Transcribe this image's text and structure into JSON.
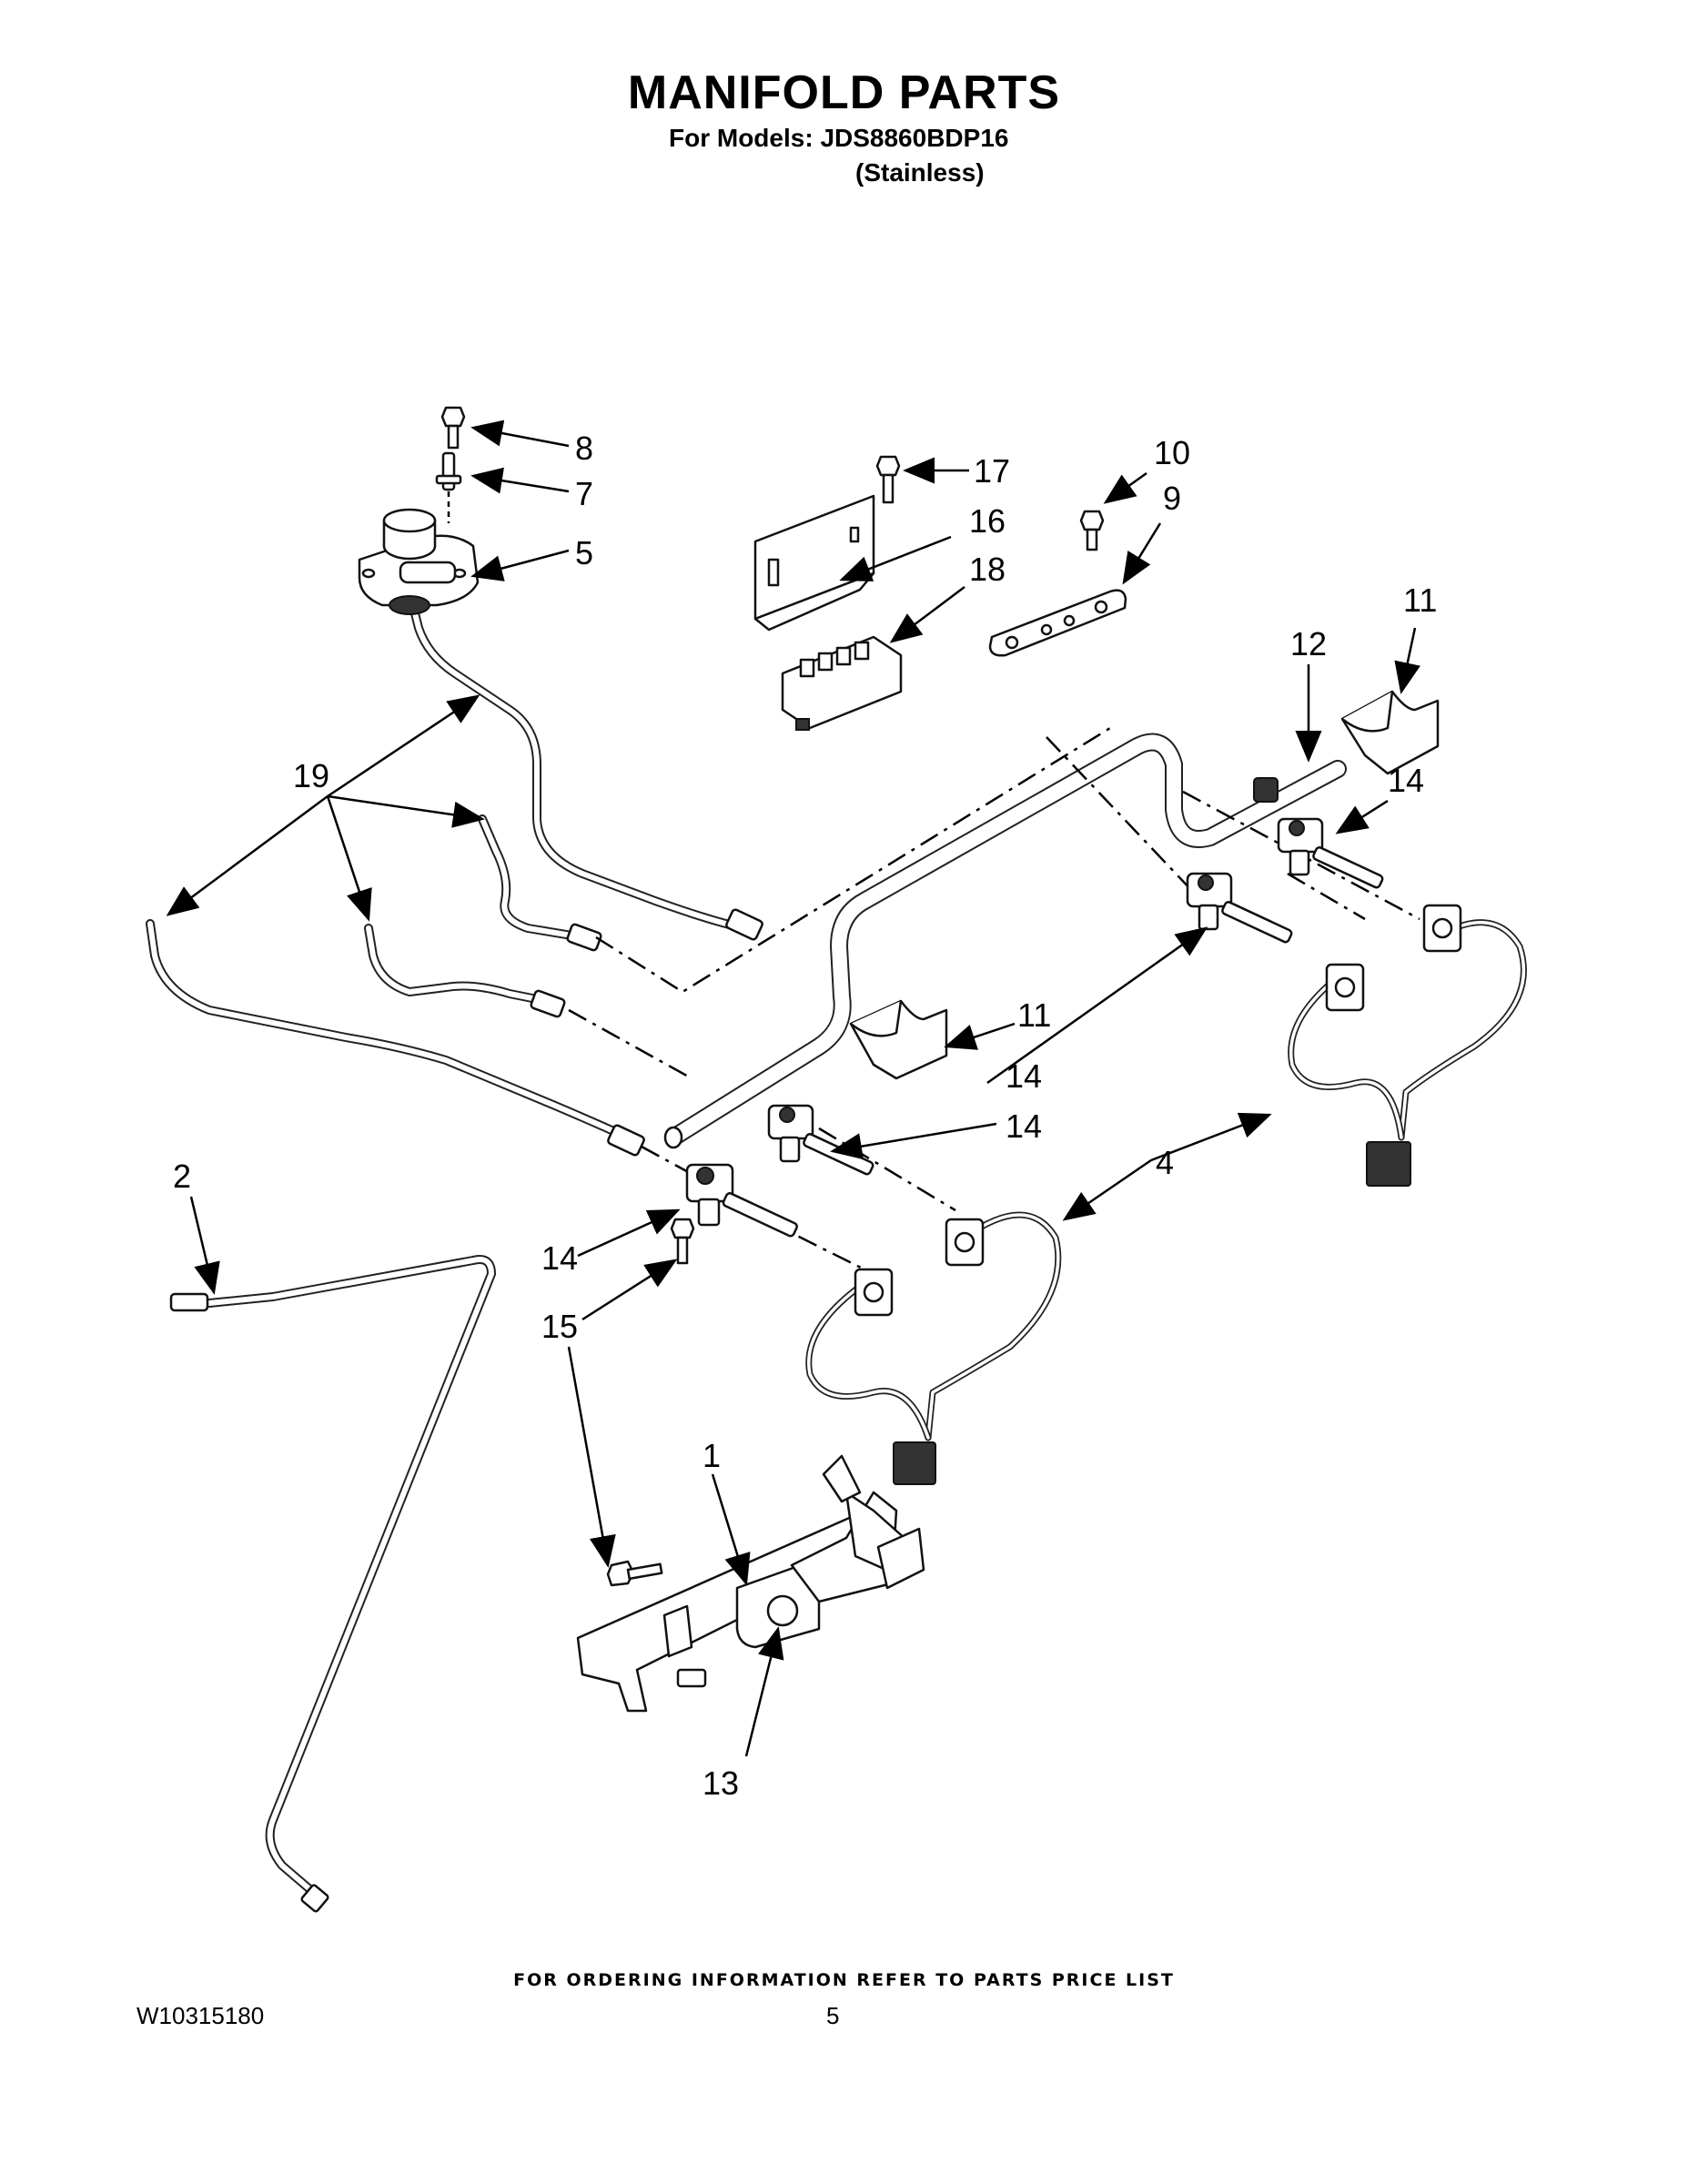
{
  "header": {
    "title": "MANIFOLD PARTS",
    "models_line": "For Models: JDS8860BDP16",
    "variant": "(Stainless)"
  },
  "callouts": [
    {
      "id": "c1",
      "text": "1"
    },
    {
      "id": "c2",
      "text": "2"
    },
    {
      "id": "c4",
      "text": "4"
    },
    {
      "id": "c5",
      "text": "5"
    },
    {
      "id": "c7",
      "text": "7"
    },
    {
      "id": "c8",
      "text": "8"
    },
    {
      "id": "c9",
      "text": "9"
    },
    {
      "id": "c10",
      "text": "10"
    },
    {
      "id": "c11a",
      "text": "11"
    },
    {
      "id": "c11b",
      "text": "11"
    },
    {
      "id": "c12",
      "text": "12"
    },
    {
      "id": "c13",
      "text": "13"
    },
    {
      "id": "c14a",
      "text": "14"
    },
    {
      "id": "c14b",
      "text": "14"
    },
    {
      "id": "c14c",
      "text": "14"
    },
    {
      "id": "c14d",
      "text": "14"
    },
    {
      "id": "c15a",
      "text": "15"
    },
    {
      "id": "c15b",
      "text": "15"
    },
    {
      "id": "c16",
      "text": "16"
    },
    {
      "id": "c17",
      "text": "17"
    },
    {
      "id": "c18",
      "text": "18"
    },
    {
      "id": "c19",
      "text": "19"
    }
  ],
  "footer": {
    "ordering_note": "FOR ORDERING INFORMATION REFER TO PARTS PRICE LIST",
    "doc_number": "W10315180",
    "page_number": "5"
  }
}
